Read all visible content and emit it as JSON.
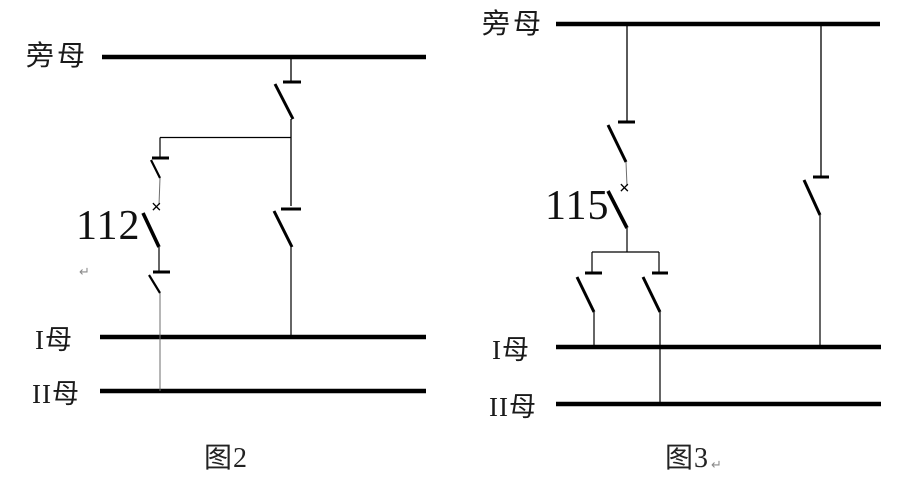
{
  "page": {
    "background_color": "#ffffff",
    "line_color": "#000000",
    "muted_color": "#8a8a8a"
  },
  "figures": [
    {
      "id": "figure-2",
      "caption": "图2",
      "bypass_bus_label": "旁母",
      "bus1_label": "I母",
      "bus2_label": "II母",
      "breaker_id": "112",
      "breaker_mark": "×",
      "paragraph_mark": "↵"
    },
    {
      "id": "figure-3",
      "caption": "图3",
      "bypass_bus_label": "旁母",
      "bus1_label": "I母",
      "bus2_label": "II母",
      "breaker_id": "115",
      "breaker_mark": "×",
      "paragraph_mark": "↵"
    }
  ]
}
